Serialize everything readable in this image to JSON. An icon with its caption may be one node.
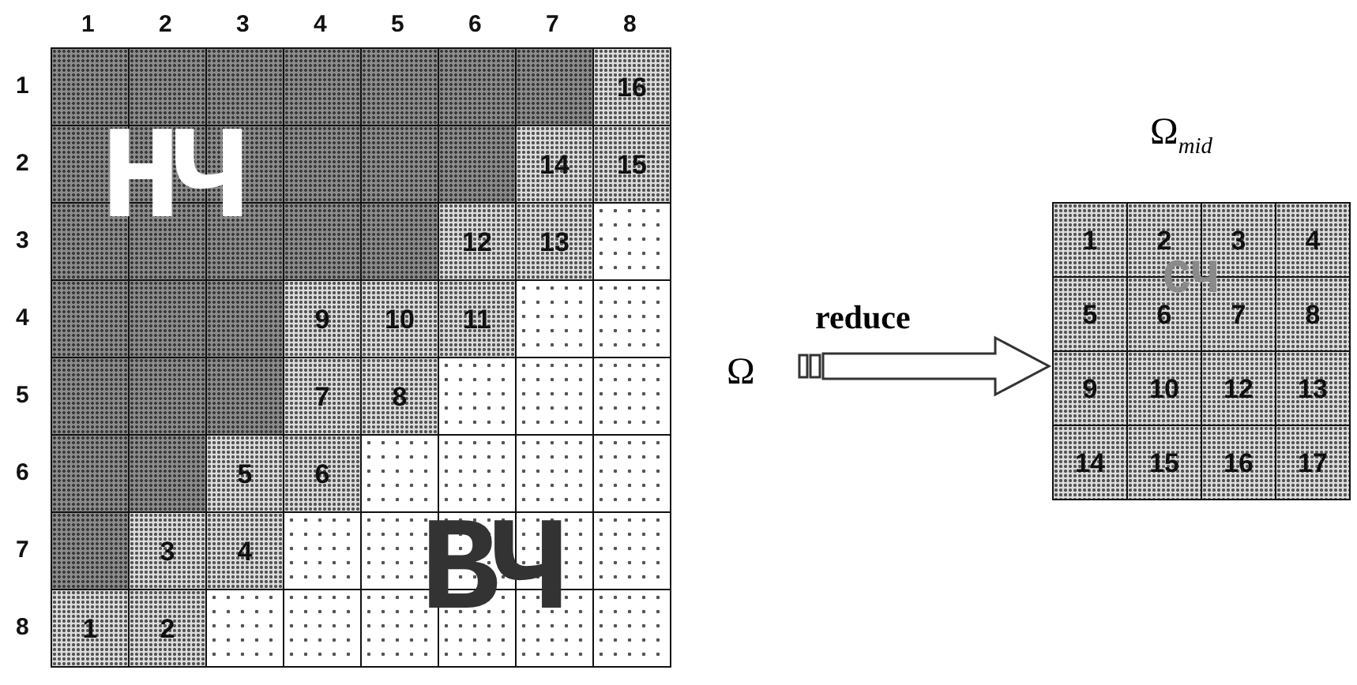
{
  "diagram": {
    "nodes": [
      {
        "text": [
          "НЧ",
          "ВЧ"
        ],
        "beside": [
          "Ω"
        ]
      },
      {
        "text": [
          "СЧ"
        ],
        "beside": [
          "Ω$_{mid}$"
        ]
      }
    ],
    "edges": [
      {
        "from": 0,
        "to": 1,
        "arrow": "to",
        "label": "reduce"
      }
    ],
    "labels": [
      "1",
      "2",
      "3",
      "4",
      "5",
      "6",
      "7",
      "8",
      "1",
      "16",
      "2",
      "14",
      "15",
      "3",
      "12",
      "13",
      "4",
      "9",
      "10",
      "11",
      "5",
      "7",
      "8",
      "6",
      "5",
      "6",
      "7",
      "3",
      "4",
      "8",
      "1",
      "2",
      "1",
      "2",
      "3",
      "4",
      "5",
      "6",
      "7",
      "8",
      "9",
      "10",
      "12",
      "13",
      "14",
      "15",
      "16",
      "17"
    ]
  }
}
